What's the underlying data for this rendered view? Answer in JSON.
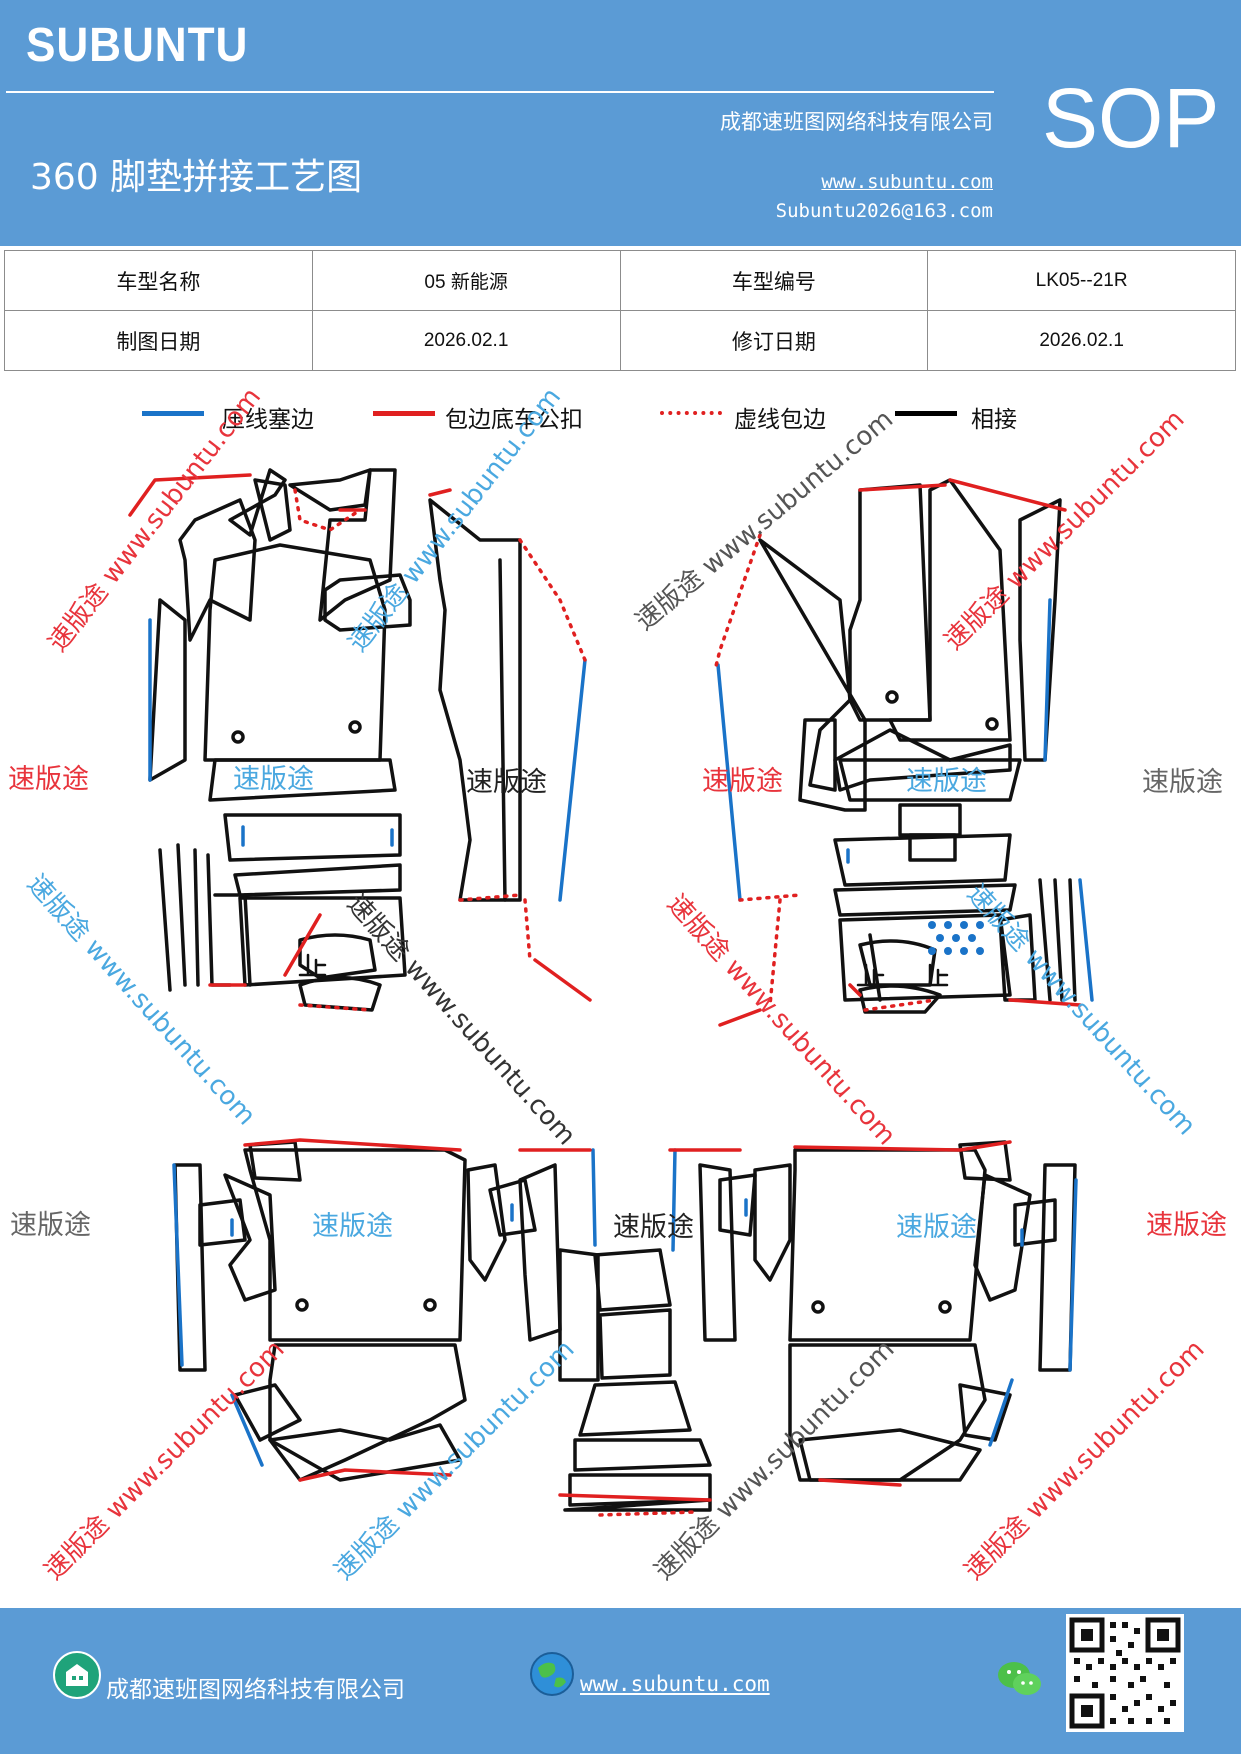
{
  "header": {
    "brand": "SUBUNTU",
    "title": "360 脚垫拼接工艺图",
    "company": "成都速班图网络科技有限公司",
    "website": "www.subuntu.com",
    "email": "Subuntu2026@163.com",
    "doc_type": "SOP"
  },
  "info": {
    "model_name_label": "车型名称",
    "model_name_value": "05 新能源",
    "model_code_label": "车型编号",
    "model_code_value": "LK05--21R",
    "draw_date_label": "制图日期",
    "draw_date_value": "2026.02.1",
    "revise_date_label": "修订日期",
    "revise_date_value": "2026.02.1"
  },
  "legend": [
    {
      "label": "压线塞边",
      "color": "#1a73c8",
      "style": "solid"
    },
    {
      "label": "包边底车公扣",
      "color": "#e02020",
      "style": "solid"
    },
    {
      "label": "虚线包边",
      "color": "#e02020",
      "style": "dotted"
    },
    {
      "label": "相接",
      "color": "#000000",
      "style": "solid"
    }
  ],
  "watermarks": {
    "brand_cn": "速版途",
    "brand_url": "速版途 www.subuntu.com"
  },
  "colors": {
    "header_bg": "#5b9bd5",
    "blue_line": "#1a73c8",
    "red_line": "#e02020",
    "wm_blue": "#4aa8e0",
    "wm_red": "#e8343c",
    "wm_gray": "#666666"
  },
  "footer": {
    "company": "成都速班图网络科技有限公司",
    "website": "www.subuntu.com",
    "company_icon": "building-icon",
    "web_icon": "globe-icon",
    "wechat_icon": "wechat-icon",
    "qr_code": "qr-code"
  }
}
